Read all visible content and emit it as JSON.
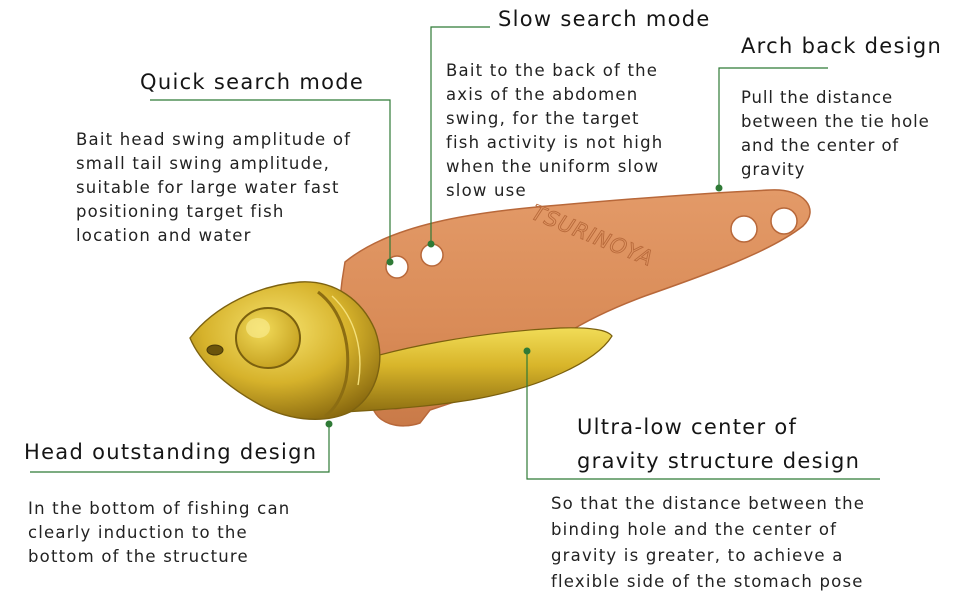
{
  "callouts": {
    "quick_search": {
      "title": "Quick search mode",
      "lines": [
        "Bait head swing amplitude of",
        "small tail swing amplitude,",
        "suitable for large water fast",
        "positioning target fish",
        "location and water"
      ]
    },
    "slow_search": {
      "title": "Slow search mode",
      "lines": [
        "Bait to the back of the",
        "axis of the abdomen",
        "swing, for the target",
        "fish activity is not high",
        "when the uniform slow",
        "slow use"
      ]
    },
    "arch_back": {
      "title": "Arch back design",
      "lines": [
        "Pull the distance",
        "between the tie hole",
        "and the center of",
        "gravity"
      ]
    },
    "head_outstanding": {
      "title": "Head outstanding design",
      "lines": [
        "In the bottom of fishing can",
        "clearly induction to the",
        "bottom of the structure"
      ]
    },
    "ultra_low": {
      "title_lines": [
        "Ultra-low center of",
        "gravity structure design"
      ],
      "lines": [
        "So that the distance between the",
        "binding hole and the center of",
        "gravity is greater, to achieve a",
        "flexible side of the stomach pose"
      ]
    }
  },
  "lure": {
    "brand_mark": "TSURINOYA",
    "colors": {
      "blade": "#d98b57",
      "blade_edge": "#b8683a",
      "body_gold": "#d4b226",
      "body_dark": "#8a6d10",
      "leader": "#2f7a36"
    }
  }
}
